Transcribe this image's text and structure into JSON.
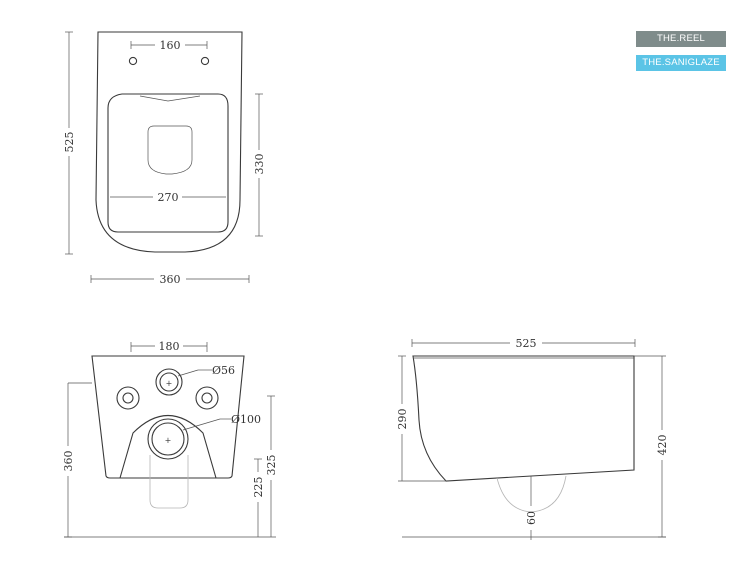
{
  "brand": {
    "badges": [
      {
        "label": "THE.REEL",
        "color": "#7f8c8b"
      },
      {
        "label": "THE.SANIGLAZE",
        "color": "#5bc4e6"
      }
    ]
  },
  "top_view": {
    "dim_fixing_spacing": "160",
    "dim_total_length": "525",
    "dim_inner_width": "270",
    "dim_inner_length": "330",
    "dim_total_width": "360"
  },
  "rear_view": {
    "dim_inlet_spacing": "180",
    "dim_inlet_diameter": "Ø56",
    "dim_outlet_diameter": "Ø100",
    "dim_height": "360",
    "dim_outlet_height": "225",
    "dim_inlet_height": "325"
  },
  "side_view": {
    "dim_length": "525",
    "dim_front_height": "290",
    "dim_rear_height": "420",
    "dim_outlet_offset": "60"
  },
  "colors": {
    "line": "#3a3a3a",
    "text": "#333333"
  }
}
